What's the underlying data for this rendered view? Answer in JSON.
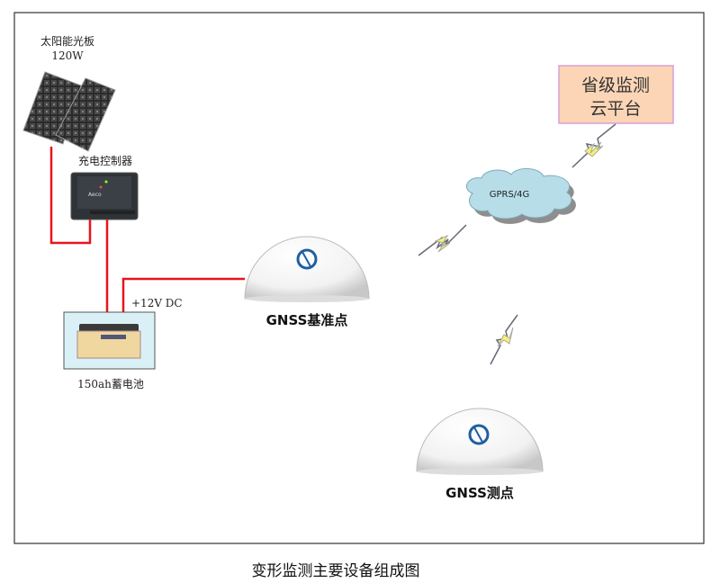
{
  "solar_panel": {
    "label": "太阳能光板",
    "power": "120W"
  },
  "controller": {
    "label": "充电控制器"
  },
  "battery": {
    "voltage_label": "+12V DC",
    "label": "150ah蓄电池"
  },
  "base_station": {
    "label": "GNSS基准点"
  },
  "monitor_point": {
    "label": "GNSS测点"
  },
  "network": {
    "label": "GPRS/4G"
  },
  "platform": {
    "line1": "省级监测",
    "line2": "云平台"
  },
  "caption": "变形监测主要设备组成图",
  "colors": {
    "wire": "#e8141c",
    "platform_fill": "#fbd5b5",
    "cloud": "#b7dde8",
    "battery_bg": "#d9f1f6"
  }
}
